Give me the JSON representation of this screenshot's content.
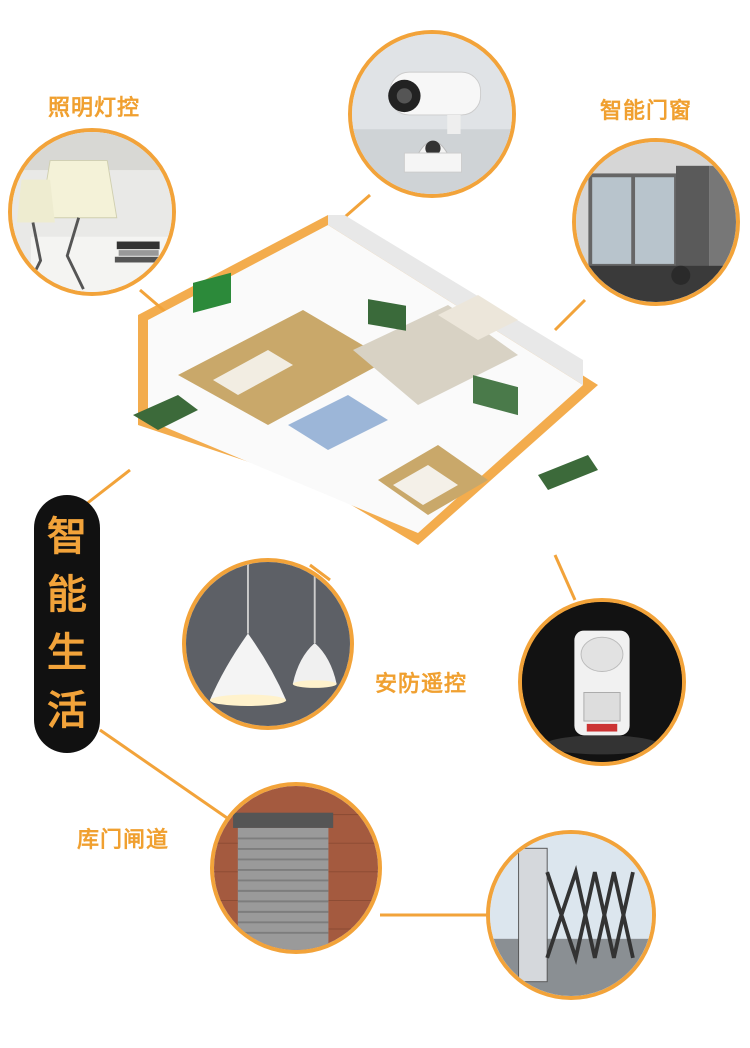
{
  "labels": {
    "lighting": "照明灯控",
    "windows": "智能门窗",
    "security": "安防遥控",
    "garage": "库门闸道"
  },
  "banner": [
    "智",
    "能",
    "生",
    "活"
  ],
  "colors": {
    "accent": "#f2a33a",
    "banner_bg": "#111111"
  },
  "icons": [
    "lamp-icon",
    "camera-icon",
    "window-icon",
    "pendant-light-icon",
    "alarm-sensor-icon",
    "roller-door-icon",
    "retractable-gate-icon"
  ]
}
